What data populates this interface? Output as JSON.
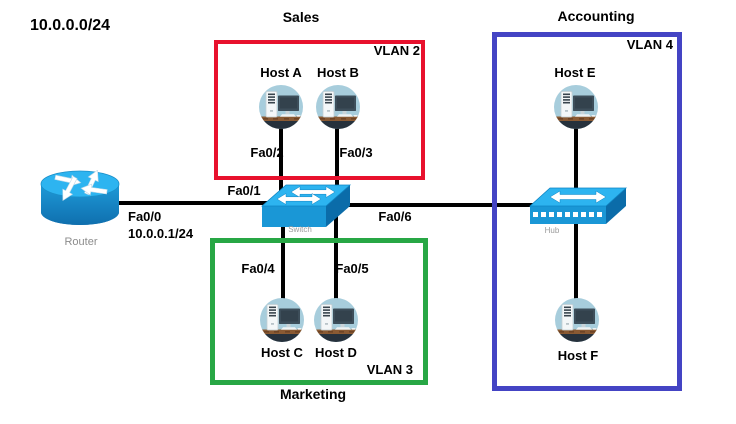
{
  "subnet": "10.0.0.0/24",
  "groups": {
    "sales": {
      "title": "Sales",
      "vlan": "VLAN 2",
      "color": "#e8112d"
    },
    "marketing": {
      "title": "Marketing",
      "vlan": "VLAN 3",
      "color": "#28a745"
    },
    "accounting": {
      "title": "Accounting",
      "vlan": "VLAN 4",
      "color": "#4444c4"
    }
  },
  "devices": {
    "router": {
      "label": "Router",
      "port": "Fa0/0",
      "ip": "10.0.0.1/24"
    },
    "switch": {
      "label": "Switch"
    },
    "hub": {
      "label": "Hub"
    }
  },
  "hosts": {
    "a": {
      "label": "Host A"
    },
    "b": {
      "label": "Host B"
    },
    "c": {
      "label": "Host C"
    },
    "d": {
      "label": "Host D"
    },
    "e": {
      "label": "Host E"
    },
    "f": {
      "label": "Host F"
    }
  },
  "ports": {
    "fa0_1": "Fa0/1",
    "fa0_2": "Fa0/2",
    "fa0_3": "Fa0/3",
    "fa0_4": "Fa0/4",
    "fa0_5": "Fa0/5",
    "fa0_6": "Fa0/6"
  },
  "colors": {
    "link": "#000000",
    "device_blue": "#1a97d6"
  }
}
